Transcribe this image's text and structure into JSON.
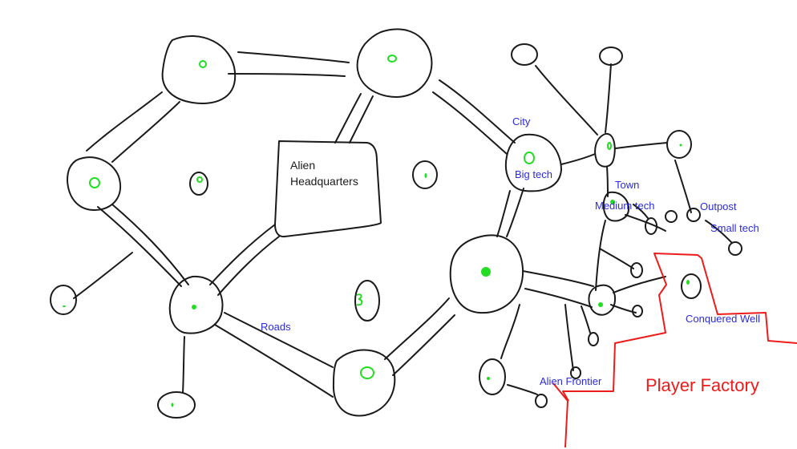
{
  "diagram": {
    "type": "hand-drawn map sketch",
    "colors": {
      "ink": "#1a1a1a",
      "node_marker": "#22dd22",
      "label_blue": "#2b2bdd",
      "player_territory": "#ee1b1b"
    },
    "labels": {
      "headquarters": [
        "Alien",
        "Headquarters"
      ],
      "city": "City",
      "big_tech": "Big tech",
      "town": "Town",
      "medium_tech": "Medium tech",
      "outpost": "Outpost",
      "small_tech": "Small tech",
      "roads": "Roads",
      "conquered_well": "Conquered Well",
      "alien_frontier": "Alien Frontier",
      "player_factory": "Player Factory"
    },
    "node_kinds": [
      "headquarters",
      "city",
      "town",
      "outpost",
      "conquered-well"
    ],
    "legend_meaning": {
      "city": "Big tech",
      "town": "Medium tech",
      "outpost": "Small tech"
    }
  }
}
